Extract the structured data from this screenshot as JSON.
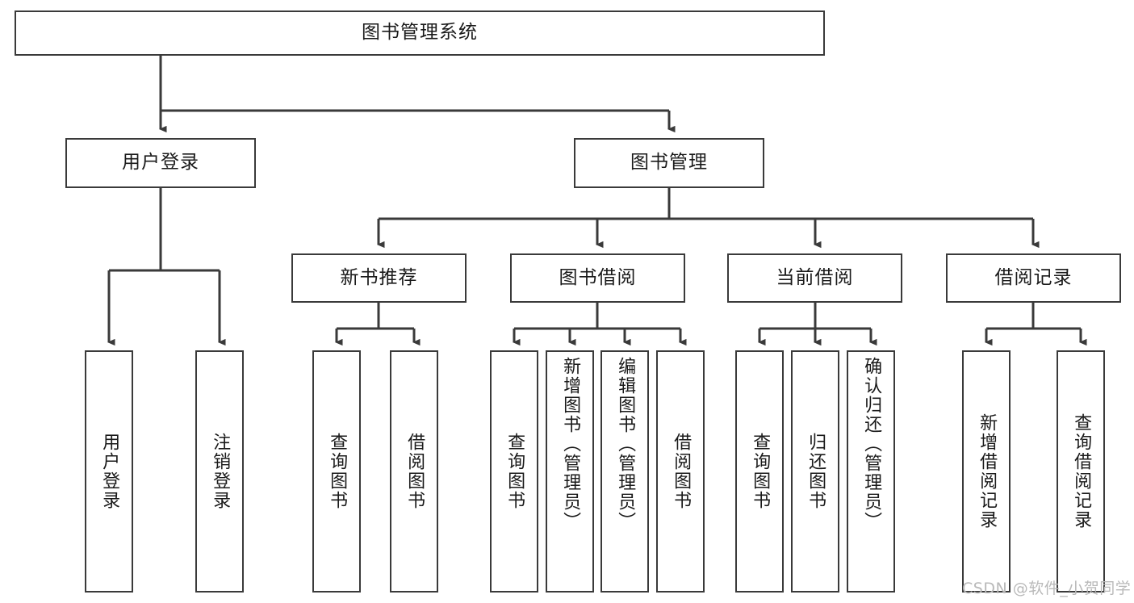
{
  "diagram": {
    "title": "图书管理系统",
    "type": "tree-hierarchy",
    "watermark": "CSDN @软件_小贺同学",
    "colors": {
      "box_border": "#3a3a3a",
      "box_fill": "#ffffff",
      "edge": "#3a3a3a",
      "text": "#1a1a1a",
      "watermark": "#b9b9b9",
      "background": "#ffffff"
    },
    "levels": {
      "root": {
        "label": "图书管理系统"
      },
      "level2": [
        {
          "label": "用户登录"
        },
        {
          "label": "图书管理"
        }
      ],
      "level3": [
        {
          "label": "新书推荐"
        },
        {
          "label": "图书借阅"
        },
        {
          "label": "当前借阅"
        },
        {
          "label": "借阅记录"
        }
      ],
      "leaves": {
        "user_login": [
          {
            "label": "用户登录"
          },
          {
            "label": "注销登录"
          }
        ],
        "new_book_recommend": [
          {
            "label": "查询图书"
          },
          {
            "label": "借阅图书"
          }
        ],
        "book_borrow": [
          {
            "label": "查询图书"
          },
          {
            "label": "新增图书（管理员）"
          },
          {
            "label": "编辑图书（管理员）"
          },
          {
            "label": "借阅图书"
          }
        ],
        "current_borrow": [
          {
            "label": "查询图书"
          },
          {
            "label": "归还图书"
          },
          {
            "label": "确认归还（管理员）"
          }
        ],
        "borrow_record": [
          {
            "label": "新增借阅记录"
          },
          {
            "label": "查询借阅记录"
          }
        ]
      }
    }
  }
}
